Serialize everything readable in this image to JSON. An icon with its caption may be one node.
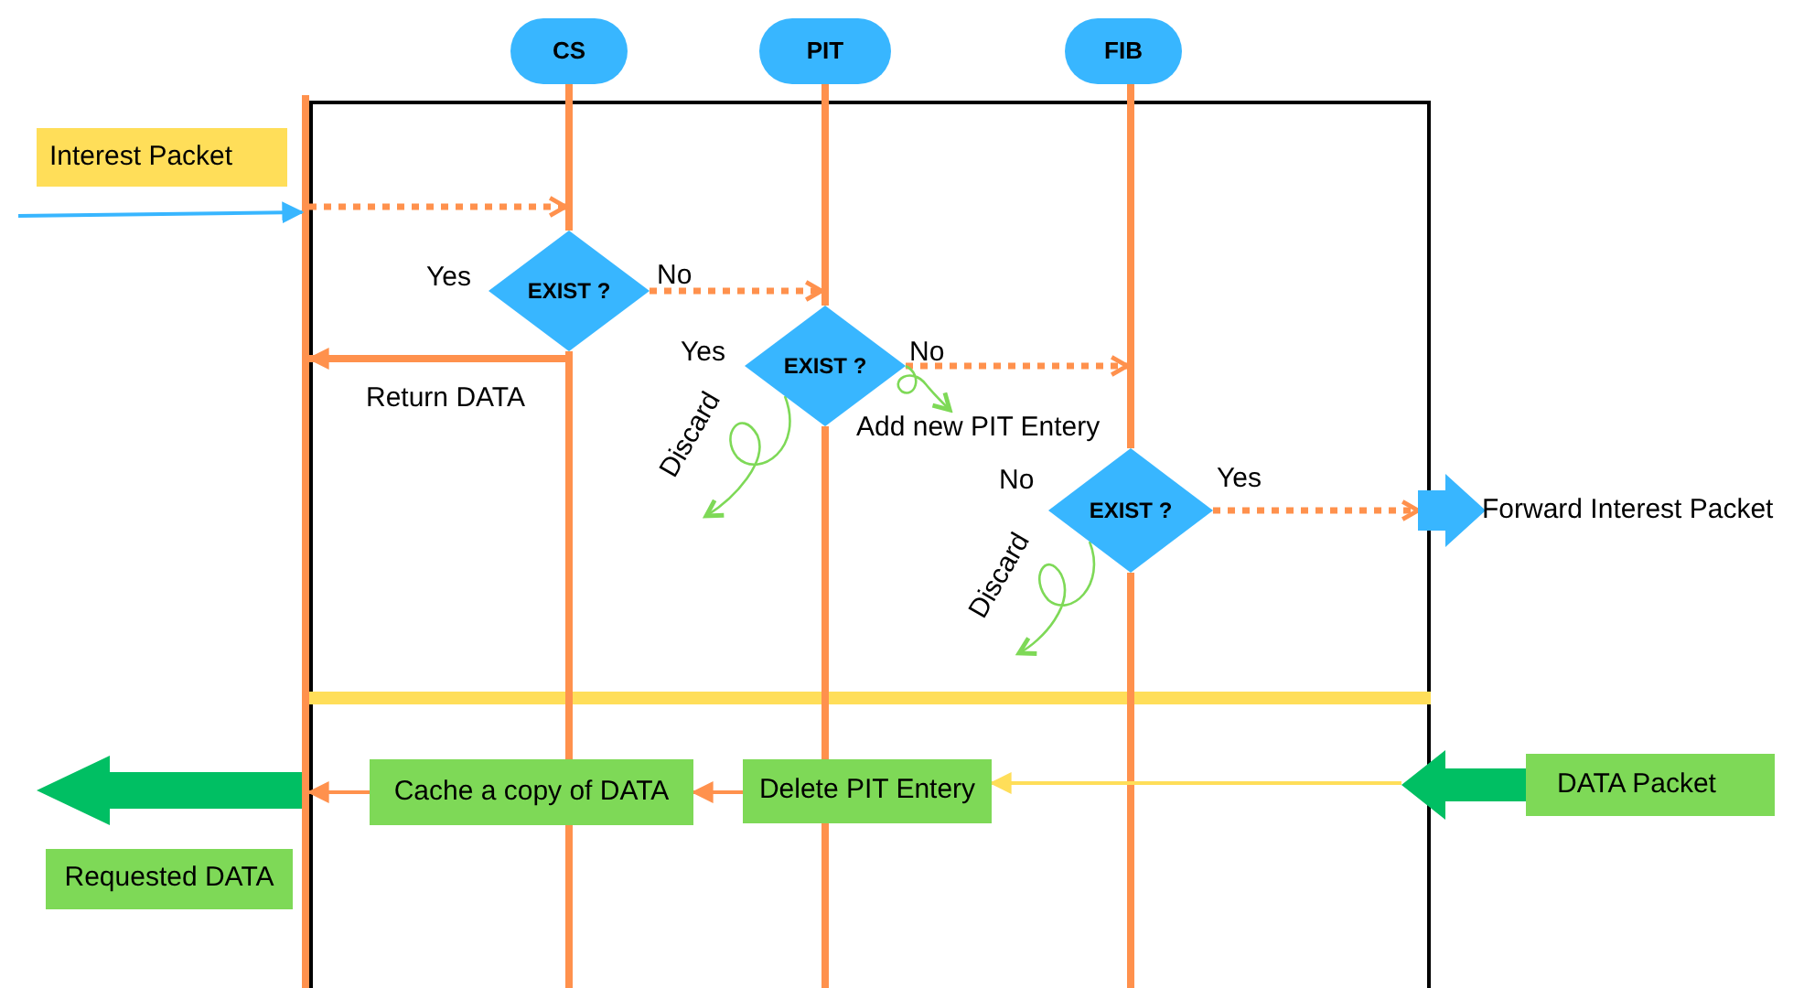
{
  "diagram": {
    "nodes": [
      {
        "text": [
          "CS"
        ]
      },
      {
        "text": [
          "PIT"
        ]
      },
      {
        "text": [
          "FIB"
        ]
      },
      {
        "text": [
          "Interest Packet"
        ]
      },
      {
        "text": [
          "EXIST ?"
        ],
        "beside": [
          "Yes"
        ]
      },
      {
        "text": [
          "EXIST ?"
        ],
        "beside": [
          "Yes"
        ]
      },
      {
        "text": [
          "EXIST ?"
        ],
        "beside": [
          "No"
        ]
      },
      {
        "text": [
          "Forward Interest Packet"
        ]
      },
      {
        "text": [
          "Add new PIT Entery"
        ]
      },
      {
        "text": [
          "Cache a copy of DATA"
        ]
      },
      {
        "text": [
          "Delete PIT Entery"
        ]
      },
      {
        "text": [
          "DATA Packet"
        ]
      },
      {
        "text": [
          "Requested DATA"
        ]
      },
      {
        "text": [],
        "shape": "bar"
      },
      {
        "text": [],
        "shape": "bar"
      },
      {
        "text": [],
        "shape": "bar"
      },
      {
        "text": [],
        "shape": "bar"
      },
      {
        "text": [],
        "shape": "arrow"
      }
    ],
    "edges": [
      {
        "from": null,
        "to": 13,
        "arrow": "to",
        "color": "#38b6ff"
      },
      {
        "from": 13,
        "to": 14,
        "arrow": "to",
        "style": "dashed"
      },
      {
        "from": 4,
        "to": 13,
        "arrow": "to",
        "label": "Return DATA",
        "style": "thick"
      },
      {
        "from": 4,
        "to": 15,
        "arrow": "to",
        "label": "No",
        "style": "dashed"
      },
      {
        "from": 5,
        "to": 16,
        "arrow": "to",
        "label": "No",
        "style": "dashed"
      },
      {
        "from": 5,
        "to": null,
        "arrow": "to",
        "label": "Discard",
        "color": "#7ed957"
      },
      {
        "from": 5,
        "to": 8,
        "arrow": "to",
        "color": "#7ed957"
      },
      {
        "from": 6,
        "to": 17,
        "arrow": "to",
        "label": "Yes",
        "style": "dashed"
      },
      {
        "from": 6,
        "to": null,
        "arrow": "to",
        "label": "Discard",
        "color": "#7ed957"
      },
      {
        "from": 11,
        "to": null,
        "arrow": "to",
        "style": "thick",
        "color": "#00bf63"
      },
      {
        "from": null,
        "to": 10,
        "arrow": "to",
        "color": "#ffde59"
      },
      {
        "from": 10,
        "to": 9,
        "arrow": "to"
      },
      {
        "from": 9,
        "to": 13,
        "arrow": "to"
      },
      {
        "from": 13,
        "to": null,
        "arrow": "to",
        "style": "thick",
        "color": "#00bf63"
      }
    ]
  }
}
